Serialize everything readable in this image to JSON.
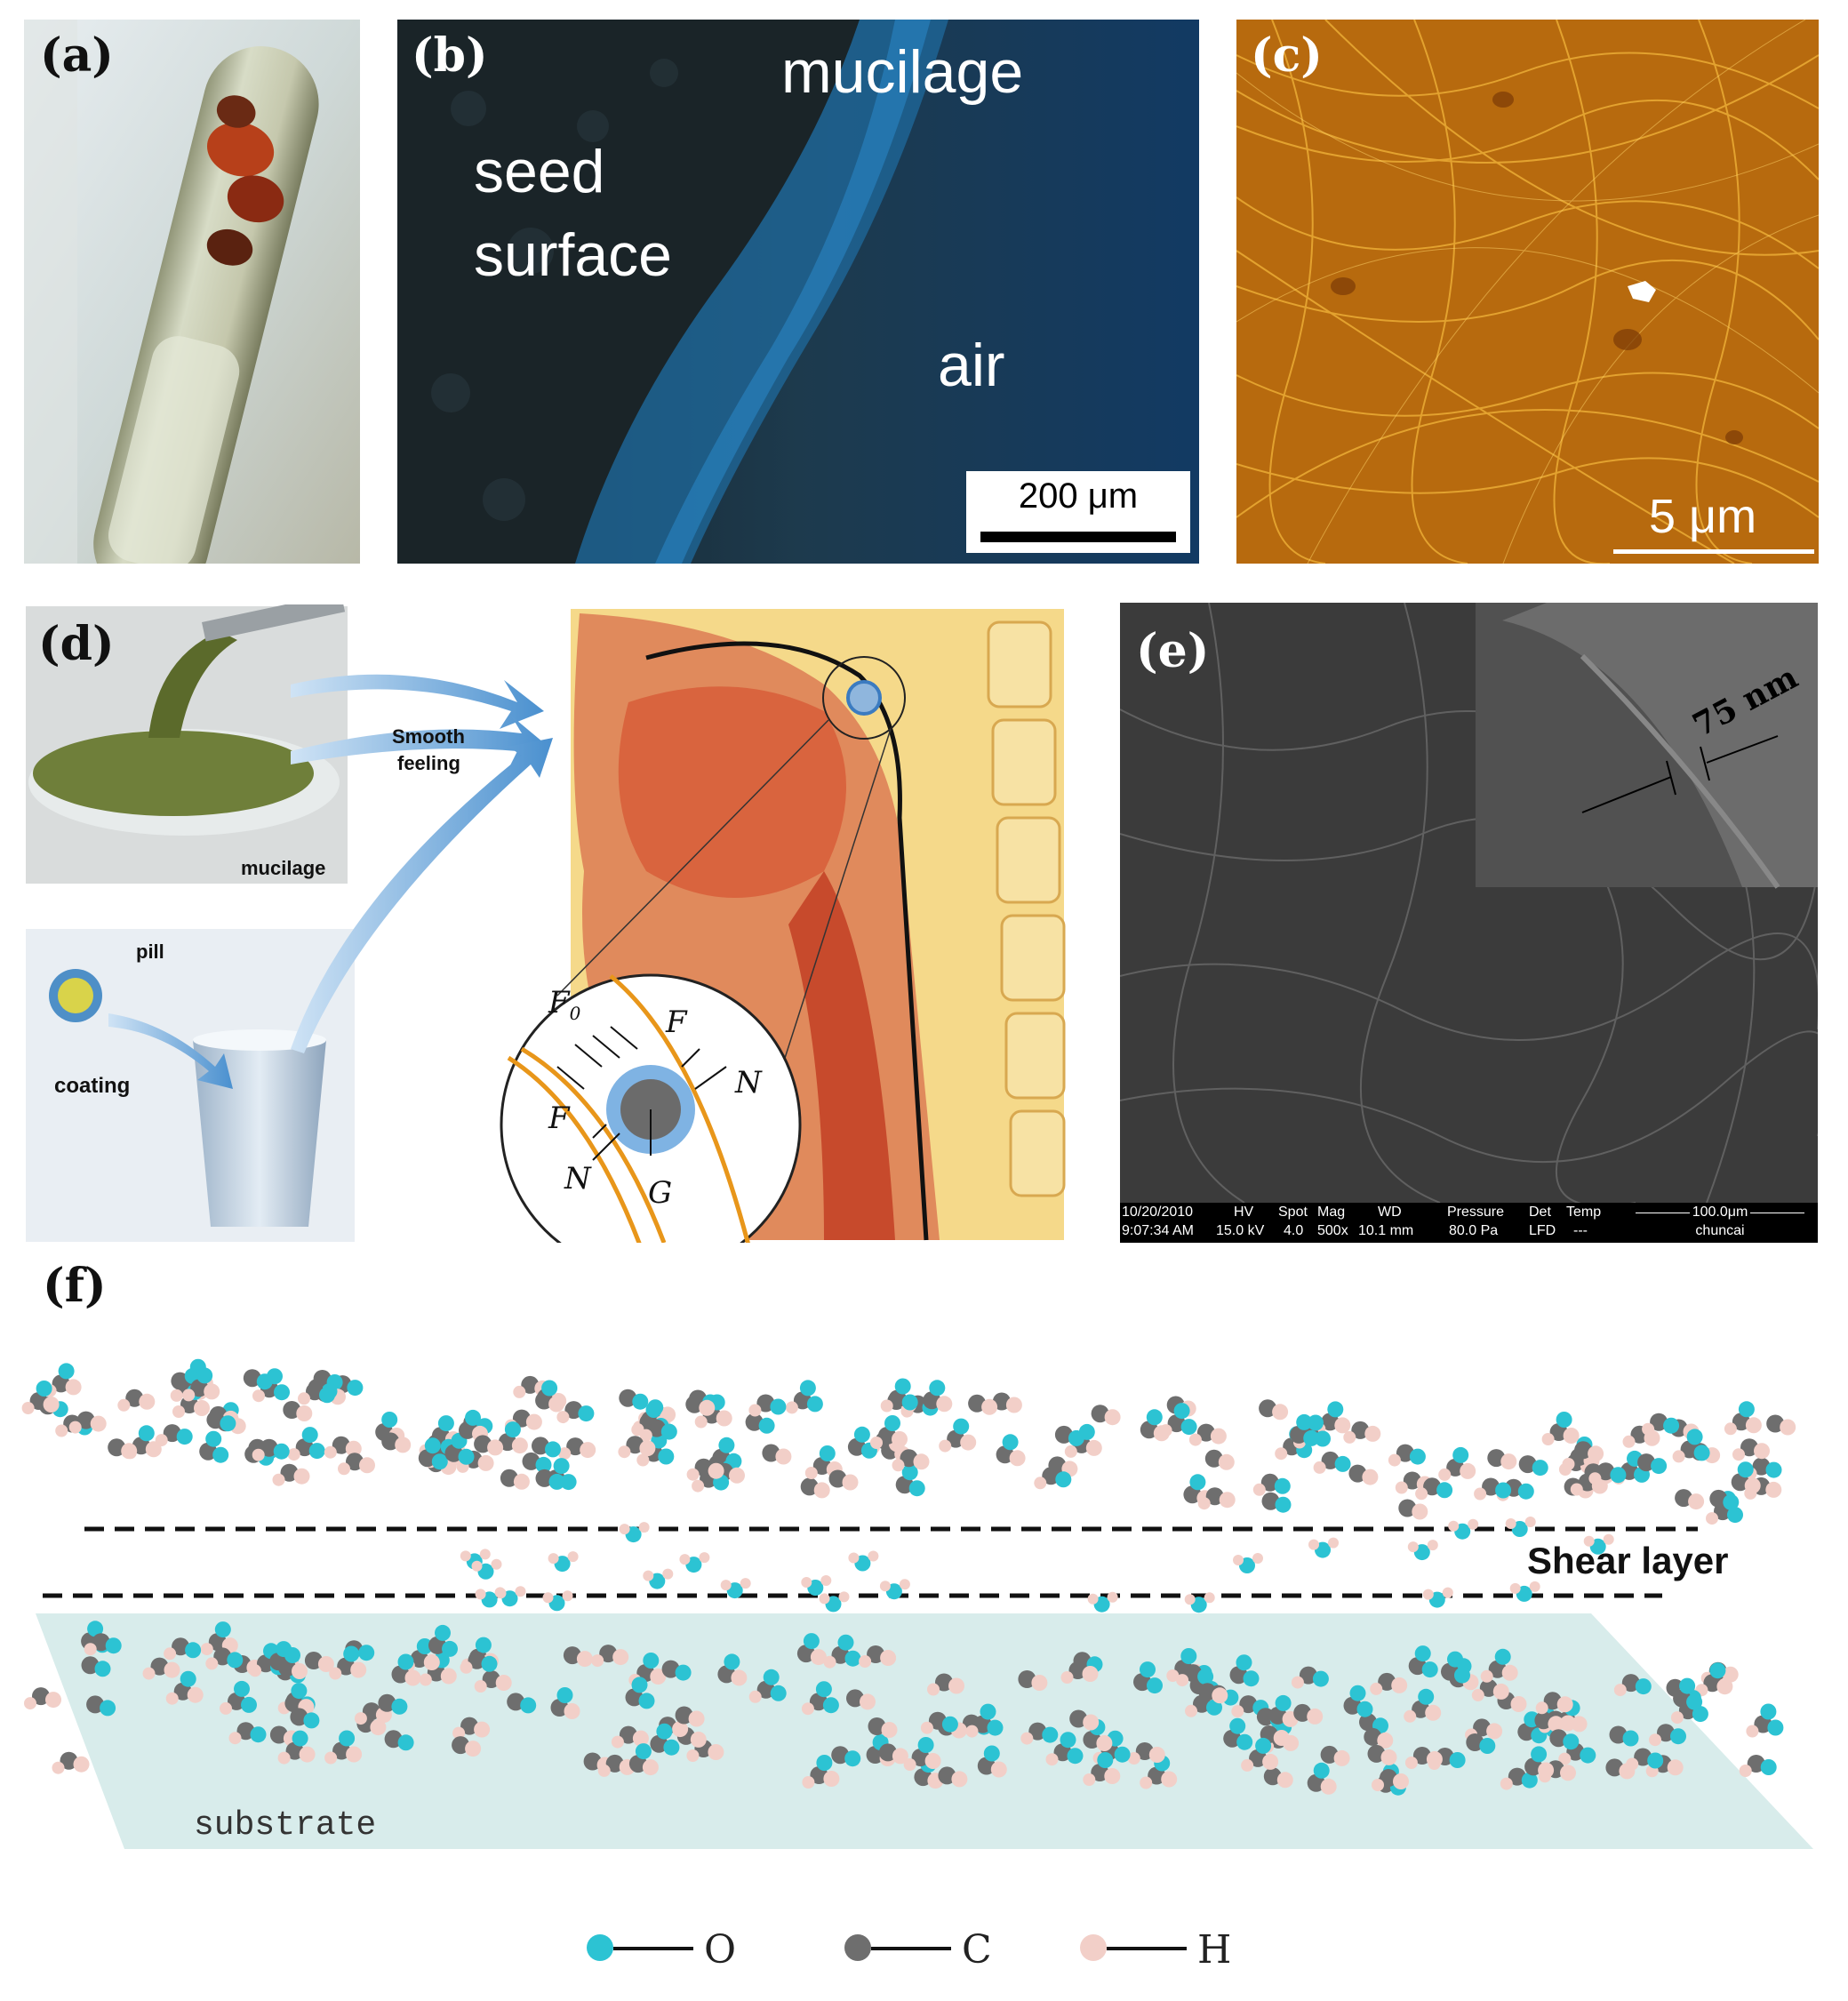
{
  "panel_a": {
    "label": "(a)"
  },
  "panel_b": {
    "label": "(b)",
    "text_mucilage": "mucilage",
    "text_seed_1": "seed",
    "text_seed_2": "surface",
    "text_air": "air",
    "scale": "200 μm"
  },
  "panel_c": {
    "label": "(c)",
    "scale": "5 μm"
  },
  "panel_d": {
    "label": "(d)",
    "mucilage": "mucilage",
    "smooth_1": "Smooth",
    "smooth_2": "feeling",
    "pill": "pill",
    "coating": "coating",
    "force_f0": "F",
    "force_f0_sub": "0",
    "force_f_top": "F",
    "force_n_top": "N",
    "force_f_left": "F",
    "force_n_left": "N",
    "force_g": "G"
  },
  "panel_e": {
    "label": "(e)",
    "inset_measure": "75 nm",
    "databar": {
      "date": "10/20/2010",
      "time": "9:07:34 AM",
      "hv_label": "HV",
      "hv_value": "15.0 kV",
      "spot_label": "Spot",
      "spot_value": "4.0",
      "mag_label": "Mag",
      "mag_value": "500x",
      "wd_label": "WD",
      "wd_value": "10.1 mm",
      "pressure_label": "Pressure",
      "pressure_value": "80.0 Pa",
      "det_label": "Det",
      "det_value": "LFD",
      "temp_label": "Temp",
      "temp_value": "---",
      "scale": "100.0μm",
      "operator": "chuncai"
    }
  },
  "panel_f": {
    "label": "(f)",
    "shear_layer": "Shear layer",
    "substrate": "substrate",
    "legend": [
      {
        "symbol": "O",
        "color": "#2cc3d3"
      },
      {
        "symbol": "C",
        "color": "#6e6e6e"
      },
      {
        "symbol": "H",
        "color": "#f2cfc8"
      }
    ]
  }
}
